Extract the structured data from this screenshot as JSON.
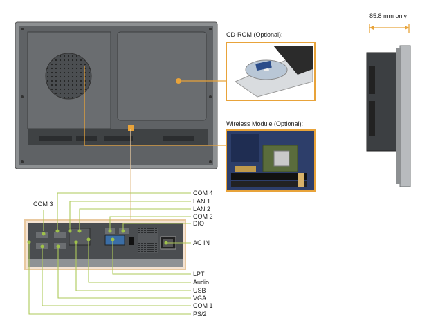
{
  "captions": {
    "cdrom": "CD-ROM (Optional):",
    "wireless": "Wireless Module (Optional):",
    "depth": "85.8 mm only"
  },
  "ports_top": [
    "COM 4",
    "LAN 1",
    "LAN 2",
    "COM 2",
    "DIO"
  ],
  "ports_left": "COM 3",
  "ports_right": "AC IN",
  "ports_bottom": [
    "LPT",
    "Audio",
    "USB",
    "VGA",
    "COM 1",
    "PS/2"
  ],
  "colors": {
    "accent": "#e8a33a",
    "callout_line": "#c7a36a",
    "port_line": "#aec95a",
    "chassis": "#5a5d60",
    "chassis_dark": "#3a3c3e"
  },
  "icons": {
    "port_dot": "green-port-dot",
    "depth_arrow": "double-headed-arrow"
  }
}
